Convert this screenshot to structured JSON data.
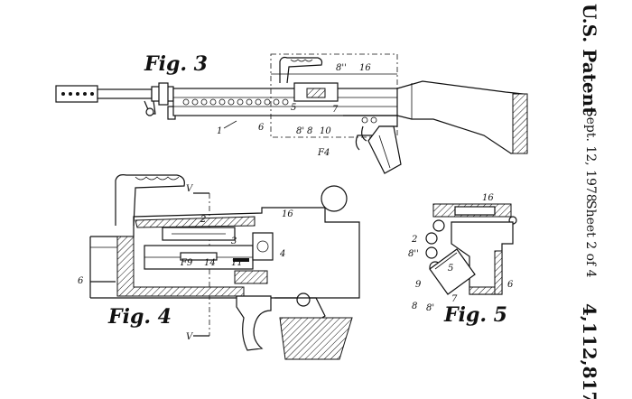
{
  "header": {
    "office": "U.S. Patent",
    "date": "Sept. 12, 1978",
    "sheet": "Sheet 2 of 4",
    "patent_number": "4,112,817"
  },
  "figures": {
    "fig3": {
      "caption": "Fig. 3",
      "labels": {
        "r1": "1",
        "r5": "5",
        "r6": "6",
        "r7": "7",
        "r8": "8",
        "r8p": "8'",
        "r8pp": "8''",
        "r10": "10",
        "r16": "16",
        "rF4": "F4"
      }
    },
    "fig4": {
      "caption": "Fig. 4",
      "labels": {
        "r2": "2",
        "r3": "3",
        "r4": "4",
        "r6": "6",
        "r11": "11",
        "r14": "14",
        "r16": "16",
        "rF9": "F9",
        "rV1": "V",
        "rV2": "V"
      }
    },
    "fig5": {
      "caption": "Fig. 5",
      "labels": {
        "r2": "2",
        "r5": "5",
        "r6": "6",
        "r7": "7",
        "r8": "8",
        "r8p": "8'",
        "r8pp": "8''",
        "r9": "9",
        "r16": "16"
      }
    }
  }
}
